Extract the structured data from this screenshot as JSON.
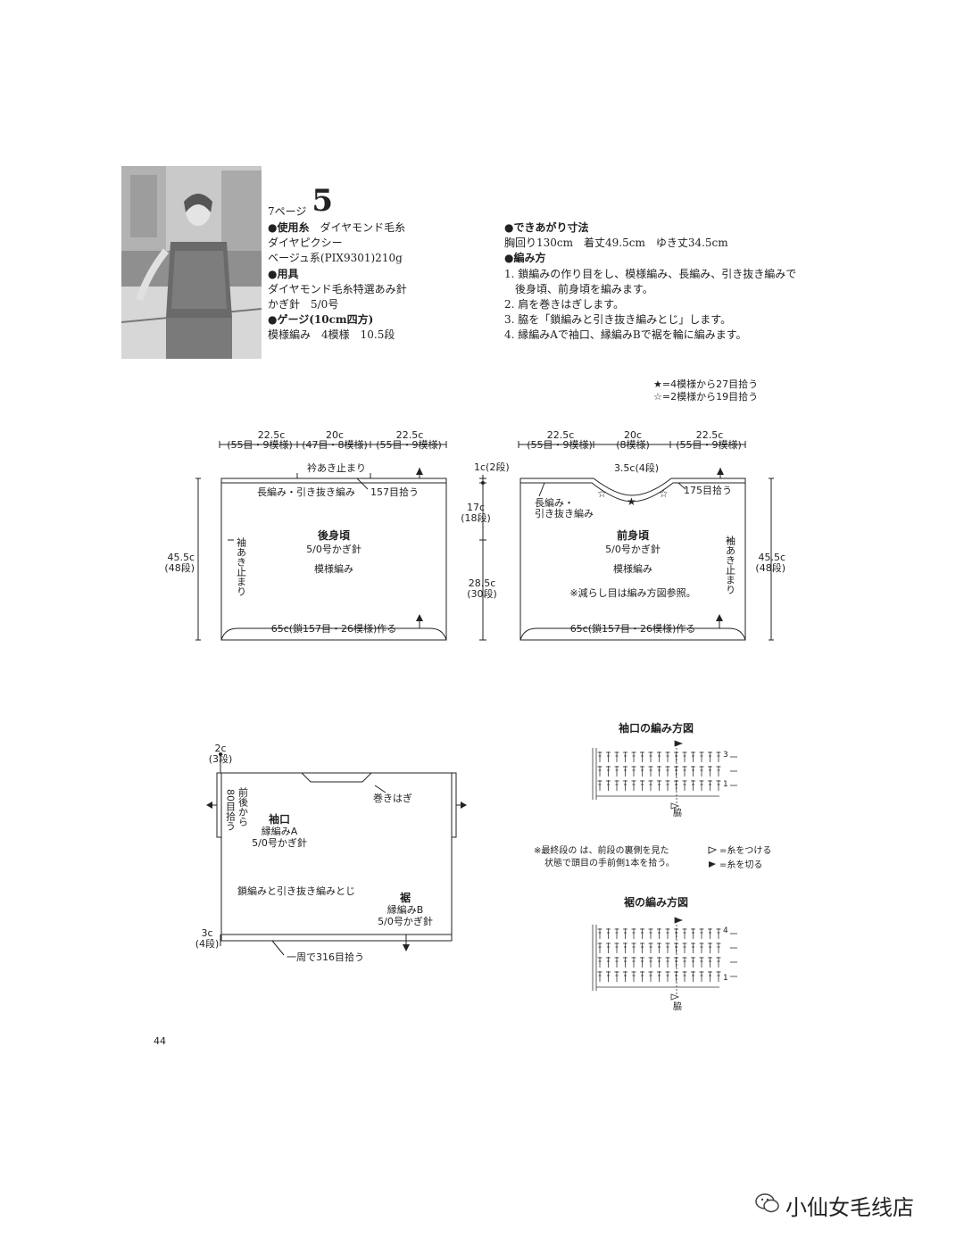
{
  "header": {
    "page_ref": "7ページ",
    "number": "5"
  },
  "spec": {
    "yarn_label": "●使用糸",
    "yarn_brand": "ダイヤモンド毛糸",
    "yarn_name": "ダイヤピクシー",
    "yarn_color": "ベージュ系(PIX9301)210g",
    "tools_label": "●用具",
    "tools_1": "ダイヤモンド毛糸特選あみ針",
    "tools_2": "かぎ針　5/0号",
    "gauge_label": "●ゲージ(10cm四方)",
    "gauge_value": "模様編み　4模様　10.5段"
  },
  "finish": {
    "size_label": "●できあがり寸法",
    "size_value": "胸回り130cm　着丈49.5cm　ゆき丈34.5cm",
    "method_label": "●編み方",
    "steps": [
      "1. 鎖編みの作り目をし、模様編み、長編み、引き抜き編みで",
      "後身頃、前身頃を編みます。",
      "2. 肩を巻きはぎします。",
      "3. 脇を「鎖編みと引き抜き編みとじ」します。",
      "4. 縁編みAで袖口、縁編みBで裾を輪に編みます。"
    ]
  },
  "legend": {
    "filled_star": "★=4模様から27目拾う",
    "open_star": "☆=2模様から19目拾う"
  },
  "back": {
    "w_left": "22.5c",
    "w_left_sub": "(55目・9模様)",
    "w_mid": "20c",
    "w_mid_sub": "(47目・8模様)",
    "w_right": "22.5c",
    "w_right_sub": "(55目・9模様)",
    "collar_mark": "衿あき止まり",
    "edge_stitch": "長編み・引き抜き編み",
    "pickup": "157目拾う",
    "title": "後身頃",
    "needle": "5/0号かぎ針",
    "pattern": "模様編み",
    "sleeve_mark": "袖あき止まり",
    "height": "45.5c",
    "height_rows": "(48段)",
    "base": "65c(鎖157目・26模様)作る"
  },
  "mid": {
    "top": "1c(2段)",
    "upper": "17c",
    "upper_rows": "(18段)",
    "lower": "28.5c",
    "lower_rows": "(30段)"
  },
  "front": {
    "w_left": "22.5c",
    "w_left_sub": "(55目・9模様)",
    "w_mid": "20c",
    "w_mid_sub": "(8模様)",
    "w_right": "22.5c",
    "w_right_sub": "(55目・9模様)",
    "neck": "3.5c(4段)",
    "pickup": "175目拾う",
    "edge_1": "長編み・",
    "edge_2": "引き抜き編み",
    "title": "前身頃",
    "needle": "5/0号かぎ針",
    "pattern": "模様編み",
    "note": "※減らし目は編み方図参照。",
    "sleeve_mark": "袖あき止まり",
    "height": "45.5c",
    "height_rows": "(48段)",
    "base": "65c(鎖157目・26模様)作る"
  },
  "assembly": {
    "top": "2c",
    "top_rows": "(3段)",
    "pickup": "80目拾う",
    "pickup_side": "前後から",
    "shoulder": "巻きはぎ",
    "cuff_title": "袖口",
    "cuff_edge": "縁編みA",
    "cuff_needle": "5/0号かぎ針",
    "side_seam": "鎖編みと引き抜き編みとじ",
    "hem_title": "裾",
    "hem_edge": "縁編みB",
    "hem_needle": "5/0号かぎ針",
    "bottom": "3c",
    "bottom_rows": "(4段)",
    "hem_pickup": "一周で316目拾う"
  },
  "cuff_chart": {
    "title": "袖口の編み方図",
    "row3": "3",
    "row1": "1",
    "side": "脇"
  },
  "chart_note": {
    "line1": "※最終段の  は、前段の裏側を見た",
    "line2": "状態で頭目の手前側1本を拾う。",
    "attach": "=糸をつける",
    "cut": "=糸を切る"
  },
  "hem_chart": {
    "title": "裾の編み方図",
    "row4": "4",
    "row1": "1",
    "side": "脇"
  },
  "footer": {
    "page_number": "44",
    "watermark": "小仙女毛线店"
  }
}
